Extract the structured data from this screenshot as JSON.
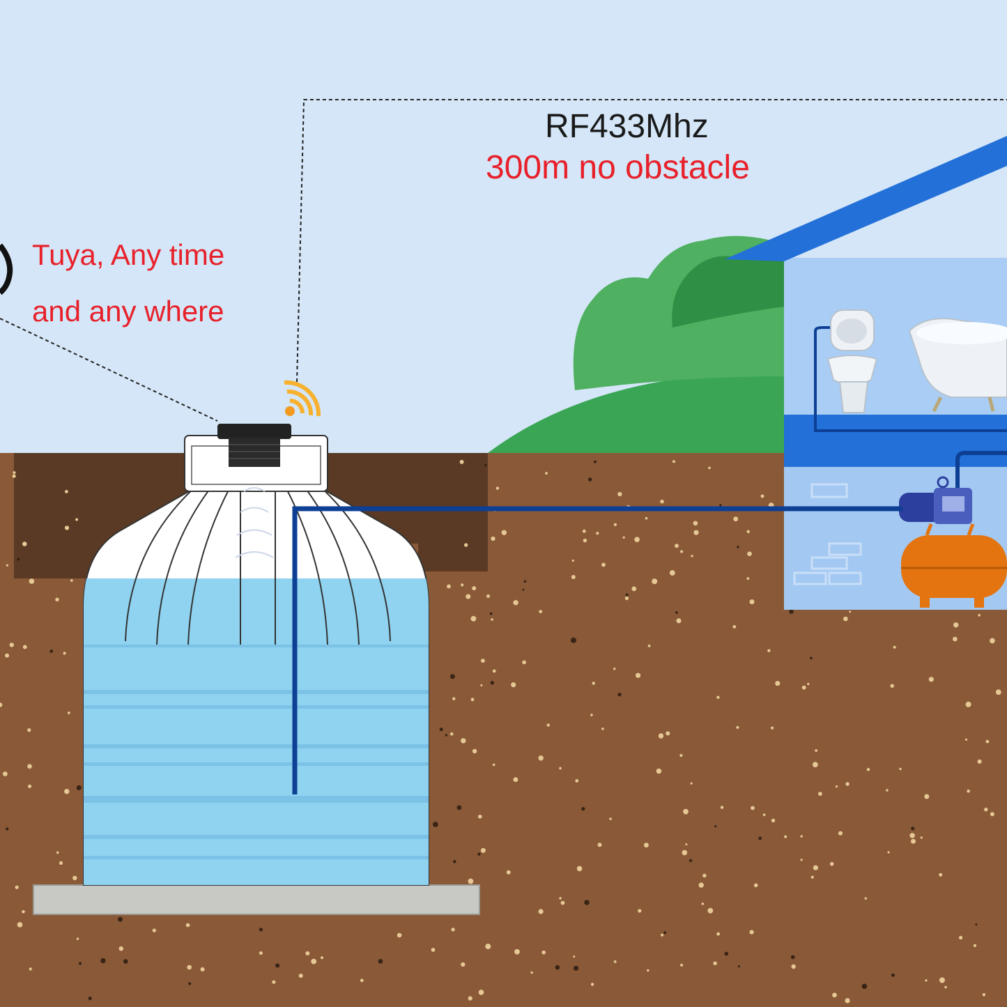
{
  "labels": {
    "rf_title": "RF433Mhz",
    "rf_range": "300m no obstacle",
    "tuya_line1": "Tuya, Any time",
    "tuya_line2": "and any where"
  },
  "colors": {
    "sky": "#d4e6f7",
    "soil": "#8a5a38",
    "topsoil": "#5a3a24",
    "water": "#8fd3f0",
    "pipe": "#0d3f94",
    "roof": "#2370d8",
    "house_wall": "#a9cdf5",
    "hill": "#3aa655",
    "tank": "#e4740f",
    "label_red": "#e8202a"
  }
}
